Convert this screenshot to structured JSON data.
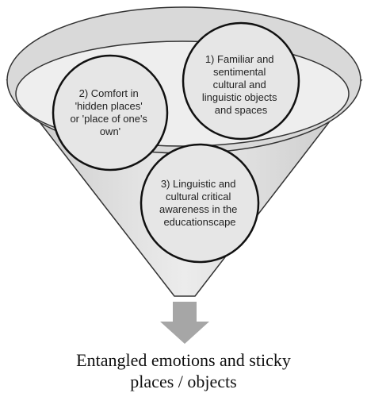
{
  "circles": [
    {
      "id": "familiar",
      "lines": [
        "1) Familiar and",
        "sentimental",
        "cultural and",
        "linguistic objects",
        "and spaces"
      ]
    },
    {
      "id": "comfort",
      "lines": [
        "2) Comfort in",
        "'hidden places'",
        "or 'place of one's",
        "own'"
      ]
    },
    {
      "id": "awareness",
      "lines": [
        "3) Linguistic and",
        "cultural critical",
        "awareness in the",
        "educationscape"
      ]
    }
  ],
  "caption": {
    "line1": "Entangled emotions and sticky",
    "line2": "places / objects"
  },
  "colors": {
    "funnel_fill": "#d9d9d9",
    "funnel_stroke": "#333333",
    "circle_fill": "#e6e6e6",
    "circle_stroke": "#111111",
    "arrow": "#a6a6a6"
  }
}
